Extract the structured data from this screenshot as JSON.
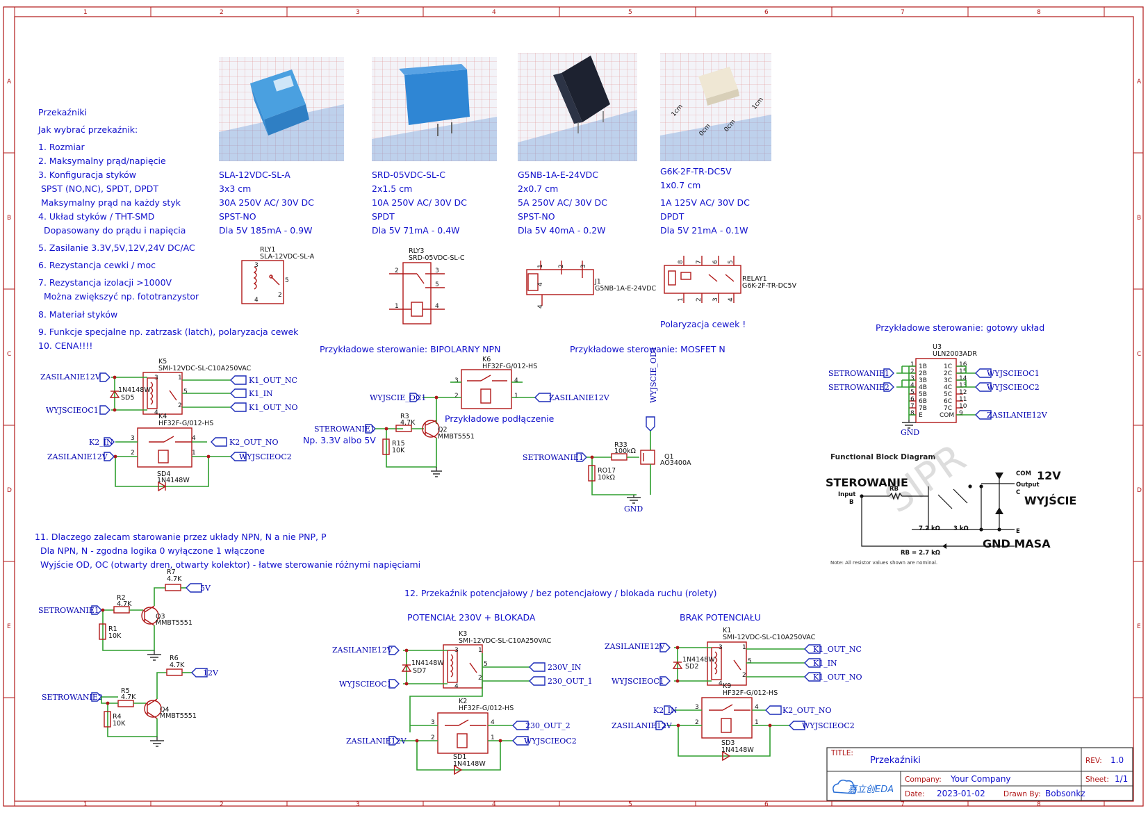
{
  "sheet": {
    "col_labels": [
      "1",
      "2",
      "3",
      "4",
      "5",
      "6",
      "7",
      "8"
    ],
    "row_labels": [
      "A",
      "B",
      "C",
      "D",
      "E"
    ]
  },
  "notes": {
    "heading": "Przekaźniki",
    "question": "Jak wybrać przekaźnik:",
    "items": [
      "1. Rozmiar",
      "2. Maksymalny prąd/napięcie",
      "3. Konfiguracja styków",
      " SPST (NO,NC), SPDT, DPDT",
      " Maksymalny prąd na każdy styk",
      "4. Układ styków / THT-SMD",
      "  Dopasowany do prądu i napięcia",
      "5. Zasilanie 3.3V,5V,12V,24V DC/AC",
      "6. Rezystancja cewki / moc",
      "7. Rezystancja izolacji >1000V",
      "  Można zwiększyć np. fototranzystor",
      "8. Materiał styków",
      "9. Funkcje specjalne np. zatrzask (latch), polaryzacja cewek",
      "10. CENA!!!!"
    ],
    "note11": [
      "11. Dlaczego zalecam starowanie przez układy NPN, N a nie PNP, P",
      "  Dla NPN, N - zgodna logika 0 wyłączone 1 włączone",
      "  Wyjście OD, OC (otwarty dren, otwarty kolektor) - łatwe sterowanie różnymi napięciami"
    ],
    "note12": "12. Przekaźnik potencjałowy / bez potencjałowy / blokada ruchu (rolety)"
  },
  "relays": [
    {
      "name": "SLA-12VDC-SL-A",
      "size": "3x3 cm",
      "rating": "30A 250V AC/ 30V DC",
      "config": "SPST-NO",
      "coil": "Dla 5V 185mA - 0.9W",
      "photo_color": "#4aa0e0"
    },
    {
      "name": "SRD-05VDC-SL-C",
      "size": "2x1.5 cm",
      "rating": "10A 250V AC/ 30V DC",
      "config": "SPDT",
      "coil": "Dla 5V 71mA - 0.4W",
      "photo_color": "#2f86d4"
    },
    {
      "name": "G5NB-1A-E-24VDC",
      "size": "2x0.7 cm",
      "rating": "5A 250V AC/ 30V DC",
      "config": "SPST-NO",
      "coil": "Dla 5V 40mA - 0.2W",
      "photo_color": "#1d2230"
    },
    {
      "name": "G6K-2F-TR-DC5V",
      "size": "1x0.7 cm",
      "rating": "1A 125V AC/ 30V DC",
      "config": "DPDT",
      "coil": "Dla 5V 21mA - 0.1W",
      "photo_color": "#efe7d4"
    }
  ],
  "photo_marks": [
    "1cm",
    "0cm",
    "0cm",
    "1cm"
  ],
  "symbols": {
    "rly1": {
      "ref": "RLY1",
      "part": "SLA-12VDC-SL-A",
      "pins": [
        "3",
        "5",
        "2",
        "4"
      ]
    },
    "rly3": {
      "ref": "RLY3",
      "part": "SRD-05VDC-SL-C",
      "pins": [
        "2",
        "3",
        "5",
        "1",
        "4"
      ]
    },
    "j1": {
      "ref": "J1",
      "part": "G5NB-1A-E-24VDC",
      "pins": [
        "1",
        "2",
        "3",
        "4",
        "4"
      ]
    },
    "relay1": {
      "ref": "RELAY1",
      "part": "G6K-2F-TR-DC5V",
      "pins": [
        "8",
        "7",
        "6",
        "5",
        "1",
        "2",
        "3",
        "4"
      ]
    },
    "polaryzacja": "Polaryzacja cewek !"
  },
  "sections": {
    "bipolar": "Przykładowe sterowanie: BIPOLARNY NPN",
    "mosfet": "Przykładowe sterowanie: MOSFET N",
    "ready": "Przykładowe sterowanie: gotowy układ",
    "connection": "Przykładowe podłączenie",
    "np33": "Np. 3.3V albo 5V",
    "pot230": "POTENCIAŁ 230V + BLOKADA",
    "brak": "BRAK POTENCIAŁU"
  },
  "k5": {
    "ref": "K5",
    "part": "SMI-12VDC-SL-C10A250VAC",
    "diode_ref": "SD5",
    "diode_part": "1N4148W",
    "pins": [
      "3",
      "1",
      "5",
      "2",
      "4"
    ],
    "nets": {
      "supply": "ZASILANIE12V",
      "drive": "WYJSCIEOC1",
      "nc": "K1_OUT_NC",
      "in": "K1_IN",
      "no": "K1_OUT_NO"
    }
  },
  "k4": {
    "ref": "K4",
    "part": "HF32F-G/012-HS",
    "diode_ref": "SD4",
    "diode_part": "1N4148W",
    "pins": [
      "3",
      "4",
      "2",
      "1"
    ],
    "nets": {
      "in": "K2_IN",
      "out": "K2_OUT_NO",
      "supply": "ZASILANIE12V",
      "drive": "WYJSCIEOC2"
    }
  },
  "k6": {
    "ref": "K6",
    "part": "HF32F-G/012-HS",
    "pins": [
      "3",
      "4",
      "2",
      "1"
    ],
    "nets": {
      "drive": "WYJSCIE_OC1",
      "supply": "ZASILANIE12V",
      "ctrl": "STEROWANIE1"
    },
    "r3": {
      "ref": "R3",
      "val": "4.7K"
    },
    "r15": {
      "ref": "R15",
      "val": "10K"
    },
    "q2": {
      "ref": "Q2",
      "val": "MMBT5551"
    }
  },
  "mos": {
    "drive": "WYJSCIE_OD1",
    "ctrl": "SETROWANIE1",
    "r33": {
      "ref": "R33",
      "val": "100kΩ"
    },
    "ro17": {
      "ref": "RO17",
      "val": "10kΩ"
    },
    "q1": {
      "ref": "Q1",
      "val": "AO3400A"
    },
    "gnd": "GND"
  },
  "u3": {
    "ref": "U3",
    "part": "ULN2003ADR",
    "left_pins": [
      "1B",
      "2B",
      "3B",
      "4B",
      "5B",
      "6B",
      "7B",
      "E"
    ],
    "right_pins": [
      "1C",
      "2C",
      "3C",
      "4C",
      "5C",
      "6C",
      "7C",
      "COM"
    ],
    "left_nums": [
      "1",
      "2",
      "3",
      "4",
      "5",
      "6",
      "7",
      "8"
    ],
    "right_nums": [
      "16",
      "15",
      "14",
      "13",
      "12",
      "11",
      "10",
      "9"
    ],
    "nets": {
      "in1": "SETROWANIE1",
      "in2": "SETROWANIE2",
      "out1": "WYJSCIEOC1",
      "out2": "WYJSCIEOC2",
      "com": "ZASILANIE12V",
      "gnd": "GND"
    }
  },
  "fbd": {
    "title": "Functional Block Diagram",
    "com": "COM",
    "output": "Output",
    "c": "C",
    "input": "Input",
    "b": "B",
    "rb": "RB",
    "r1": "7.2 kΩ",
    "r2": "3 kΩ",
    "e": "E",
    "rbval": "RB = 2.7 kΩ",
    "note": "Note: All resistor values shown are nominal.",
    "watermark": "SIPR",
    "ann_ster": "STEROWANIE",
    "ann_12v": "12V",
    "ann_wyj": "WYJŚCIE",
    "ann_gnd": "GND MASA"
  },
  "npn_drivers": [
    {
      "ctrl": "SETROWANIE1",
      "rb": {
        "ref": "R2",
        "val": "4.7K"
      },
      "rp": {
        "ref": "R1",
        "val": "10K"
      },
      "q": {
        "ref": "Q3",
        "val": "MMBT5551"
      },
      "rc": {
        "ref": "R7",
        "val": "4.7K"
      },
      "v": "5V"
    },
    {
      "ctrl": "SETROWANIE2",
      "rb": {
        "ref": "R5",
        "val": "4.7K"
      },
      "rp": {
        "ref": "R4",
        "val": "10K"
      },
      "q": {
        "ref": "Q4",
        "val": "MMBT5551"
      },
      "rc": {
        "ref": "R6",
        "val": "4.7K"
      },
      "v": "12V"
    }
  ],
  "k3": {
    "ref": "K3",
    "part": "SMI-12VDC-SL-C10A250VAC",
    "diode_ref": "SD7",
    "diode_part": "1N4148W",
    "pins": [
      "3",
      "1",
      "5",
      "2",
      "4"
    ],
    "nets": {
      "supply": "ZASILANIE12V",
      "drive": "WYJSCIEOC1",
      "a": "230V_IN",
      "b": "230_OUT_1"
    }
  },
  "k2": {
    "ref": "K2",
    "part": "HF32F-G/012-HS",
    "diode_ref": "SD1",
    "diode_part": "1N4148W",
    "pins": [
      "3",
      "4",
      "2",
      "1"
    ],
    "nets": {
      "out": "230_OUT_2",
      "supply": "ZASILANIE12V",
      "drive": "WYJSCIEOC2"
    }
  },
  "k1": {
    "ref": "K1",
    "part": "SMI-12VDC-SL-C10A250VAC",
    "diode_ref": "SD2",
    "diode_part": "1N4148W",
    "pins": [
      "3",
      "1",
      "5",
      "2",
      "4"
    ],
    "nets": {
      "supply": "ZASILANIE12V",
      "drive": "WYJSCIEOC1",
      "nc": "K1_OUT_NC",
      "in": "K1_IN",
      "no": "K1_OUT_NO"
    }
  },
  "k9": {
    "ref": "K9",
    "part": "HF32F-G/012-HS",
    "diode_ref": "SD3",
    "diode_part": "1N4148W",
    "pins": [
      "3",
      "4",
      "2",
      "1"
    ],
    "nets": {
      "in": "K2_IN",
      "out": "K2_OUT_NO",
      "supply": "ZASILANIE12V",
      "drive": "WYJSCIEOC2"
    }
  },
  "titleblock": {
    "title_label": "TITLE:",
    "title": "Przekaźniki",
    "rev_label": "REV:",
    "rev": "1.0",
    "company_label": "Company:",
    "company": "Your Company",
    "sheet_label": "Sheet:",
    "sheet": "1/1",
    "date_label": "Date:",
    "date": "2023-01-02",
    "drawn_label": "Drawn By:",
    "drawn": "Bobsonkz",
    "logo": "嘉立创EDA"
  }
}
